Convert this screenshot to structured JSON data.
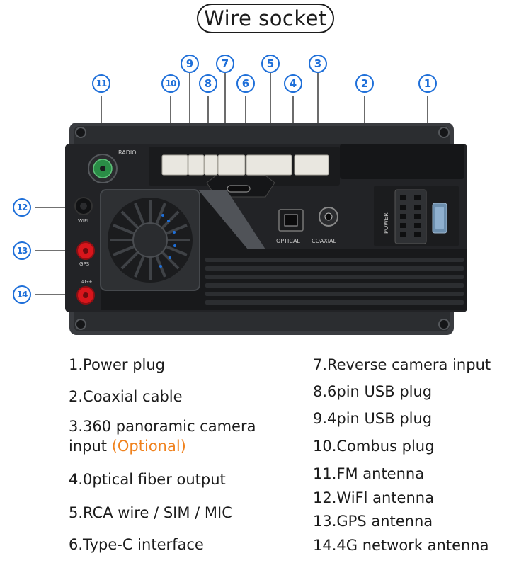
{
  "title": "Wire socket",
  "markers": [
    "1",
    "2",
    "3",
    "4",
    "5",
    "6",
    "7",
    "8",
    "9",
    "10",
    "11",
    "12",
    "13",
    "14"
  ],
  "device_labels": {
    "radio": "RADIO",
    "wifi": "WIFI",
    "gps": "GPS",
    "fourg": "4G+",
    "optical": "OPTICAL",
    "coaxial": "COAXIAL",
    "power": "POWER"
  },
  "legend": {
    "item1": "1.Power plug",
    "item2": "2.Coaxial cable",
    "item3_line1": "3.360 panoramic camera",
    "item3_line2": "input ",
    "item3_optional": "(Optional)",
    "item4": "4.0ptical fiber output",
    "item5": "5.RCA wire / SIM / MIC",
    "item6": "6.Type-C interface",
    "item7": "7.Reverse camera input",
    "item8": "8.6pin USB plug",
    "item9": "9.4pin USB plug",
    "item10": "10.Combus plug",
    "item11": "11.FM antenna",
    "item12": "12.WiFl antenna",
    "item13": "13.GPS antenna",
    "item14": "14.4G network antenna"
  },
  "colors": {
    "accent_blue": "#1e6fd9",
    "optional_orange": "#f0821e",
    "antenna_red": "#d8161c",
    "fm_green": "#2a8c46"
  }
}
